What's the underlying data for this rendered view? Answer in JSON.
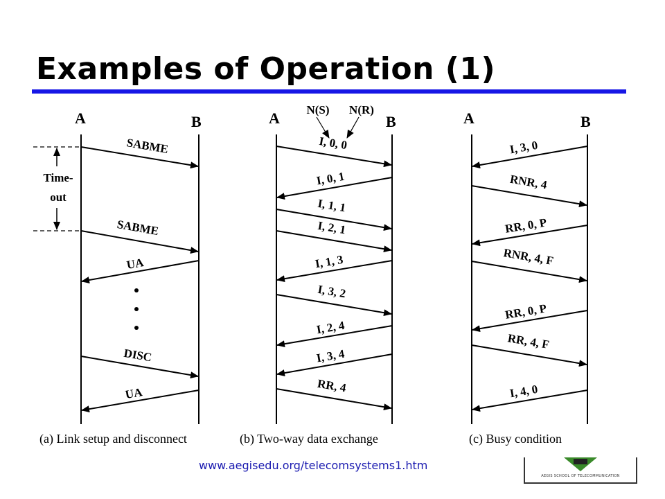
{
  "title": "Examples of Operation (1)",
  "footer_url": "www.aegisedu.org/telecomsystems1.htm",
  "logo_text": "AEGIS SCHOOL OF TELECOMMUNICATION",
  "nodes": {
    "a": "A",
    "b": "B"
  },
  "panel_a": {
    "caption": "(a) Link setup and disconnect",
    "timeout_label_1": "Time-",
    "timeout_label_2": "out",
    "continuation": "• • •",
    "messages": [
      {
        "label": "SABME",
        "dir": "A→B"
      },
      {
        "label": "SABME",
        "dir": "A→B"
      },
      {
        "label": "UA",
        "dir": "B→A"
      },
      {
        "label": "DISC",
        "dir": "A→B"
      },
      {
        "label": "UA",
        "dir": "B→A"
      }
    ]
  },
  "panel_b": {
    "caption": "(b) Two-way data exchange",
    "field_ns": "N(S)",
    "field_nr": "N(R)",
    "messages": [
      {
        "label": "I, 0, 0",
        "dir": "A→B"
      },
      {
        "label": "I, 0, 1",
        "dir": "B→A"
      },
      {
        "label": "I, 1, 1",
        "dir": "A→B"
      },
      {
        "label": "I, 2, 1",
        "dir": "A→B"
      },
      {
        "label": "I, 1, 3",
        "dir": "B→A"
      },
      {
        "label": "I, 3, 2",
        "dir": "A→B"
      },
      {
        "label": "I, 2, 4",
        "dir": "B→A"
      },
      {
        "label": "I, 3, 4",
        "dir": "B→A"
      },
      {
        "label": "RR, 4",
        "dir": "A→B"
      }
    ]
  },
  "panel_c": {
    "caption": "(c) Busy condition",
    "messages": [
      {
        "label": "I, 3, 0",
        "dir": "B→A"
      },
      {
        "label": "RNR, 4",
        "dir": "A→B"
      },
      {
        "label": "RR, 0, P",
        "dir": "B→A"
      },
      {
        "label": "RNR, 4, F",
        "dir": "A→B"
      },
      {
        "label": "RR, 0, P",
        "dir": "B→A"
      },
      {
        "label": "RR, 4, F",
        "dir": "A→B"
      },
      {
        "label": "I, 4, 0",
        "dir": "B→A"
      }
    ]
  }
}
